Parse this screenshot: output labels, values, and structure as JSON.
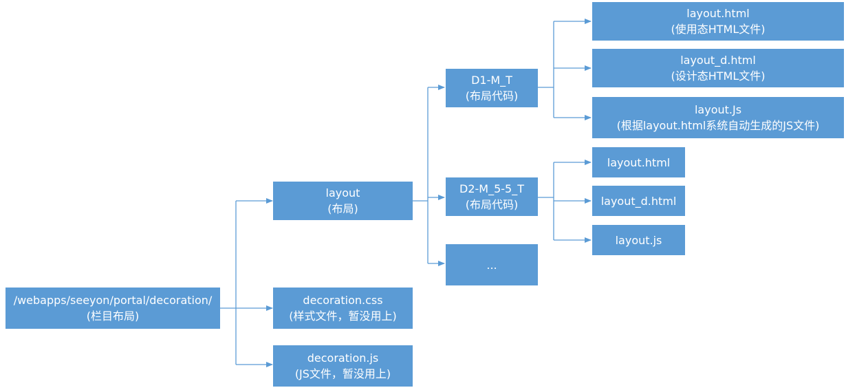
{
  "nodes": {
    "root": {
      "line1": "/webapps/seeyon/portal/decoration/",
      "line2": "(栏目布局)"
    },
    "layout": {
      "line1": "layout",
      "line2": "(布局)"
    },
    "css": {
      "line1": "decoration.css",
      "line2": "(样式文件，暂没用上)"
    },
    "js": {
      "line1": "decoration.js",
      "line2": "(JS文件，暂没用上)"
    },
    "d1": {
      "line1": "D1-M_T",
      "line2": "(布局代码)"
    },
    "d2": {
      "line1": "D2-M_5-5_T",
      "line2": "(布局代码)"
    },
    "more": {
      "line1": "..."
    },
    "d1_html": {
      "line1": "layout.html",
      "line2": "(使用态HTML文件)"
    },
    "d1_dhtml": {
      "line1": "layout_d.html",
      "line2": "(设计态HTML文件)"
    },
    "d1_js": {
      "line1": "layout.Js",
      "line2": "(根据layout.html系统自动生成的JS文件)"
    },
    "d2_html": {
      "line1": "layout.html"
    },
    "d2_dhtml": {
      "line1": "layout_d.html"
    },
    "d2_js": {
      "line1": "layout.js"
    }
  },
  "colors": {
    "box_fill": "#5b9bd5",
    "connector": "#5b9bd5",
    "text": "#ffffff"
  }
}
